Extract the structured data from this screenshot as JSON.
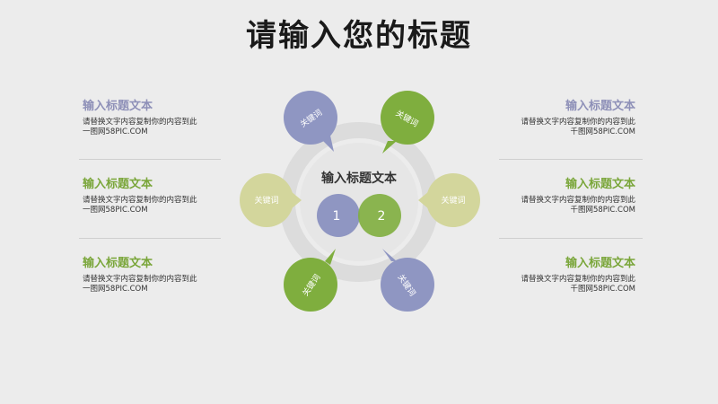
{
  "title": "请输入您的标题",
  "colors": {
    "purple": "#8f96c2",
    "green": "#7fae3e",
    "khaki": "#d3d69c",
    "ring": "#dadada",
    "head_purple": "#8e90b8",
    "head_green": "#7aa63a"
  },
  "left_blocks": [
    {
      "heading": "输入标题文本",
      "line1": "请替换文字内容复制你的内容到此",
      "line2": "一图网58PIC.COM"
    },
    {
      "heading": "输入标题文本",
      "line1": "请替换文字内容复制你的内容到此",
      "line2": "一图网58PIC.COM"
    },
    {
      "heading": "输入标题文本",
      "line1": "请替换文字内容复制你的内容到此",
      "line2": "一图网58PIC.COM"
    }
  ],
  "right_blocks": [
    {
      "heading": "输入标题文本",
      "line1": "请替换文字内容复制你的内容到此",
      "line2": "千图网58PIC.COM"
    },
    {
      "heading": "输入标题文本",
      "line1": "请替换文字内容复制你的内容到此",
      "line2": "千图网58PIC.COM"
    },
    {
      "heading": "输入标题文本",
      "line1": "请替换文字内容复制你的内容到此",
      "line2": "千图网58PIC.COM"
    }
  ],
  "center": {
    "label": "输入标题文本",
    "circle1": "1",
    "circle2": "2",
    "bubbles": [
      "关键词",
      "关键词",
      "关键词",
      "关键词",
      "关键词",
      "关键词"
    ]
  }
}
